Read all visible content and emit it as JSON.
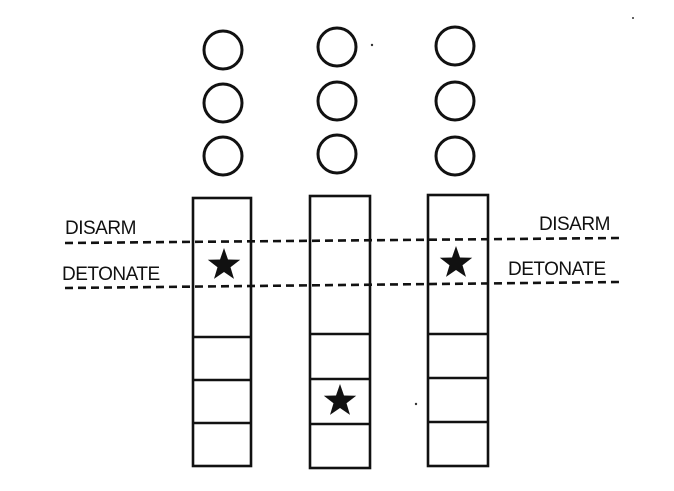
{
  "labels": {
    "disarm_left": "DISARM",
    "detonate_left": "DETONATE",
    "disarm_right": "DISARM",
    "detonate_right": "DETONATE"
  },
  "columns": [
    {
      "rings": 3,
      "segments": 6,
      "star_segment": 2
    },
    {
      "rings": 3,
      "segments": 6,
      "star_segment": 5
    },
    {
      "rings": 3,
      "segments": 6,
      "star_segment": 2
    }
  ],
  "colors": {
    "ink": "#111111",
    "background": "#ffffff"
  },
  "icons": {
    "marker": "star-icon",
    "token": "circle-icon"
  }
}
